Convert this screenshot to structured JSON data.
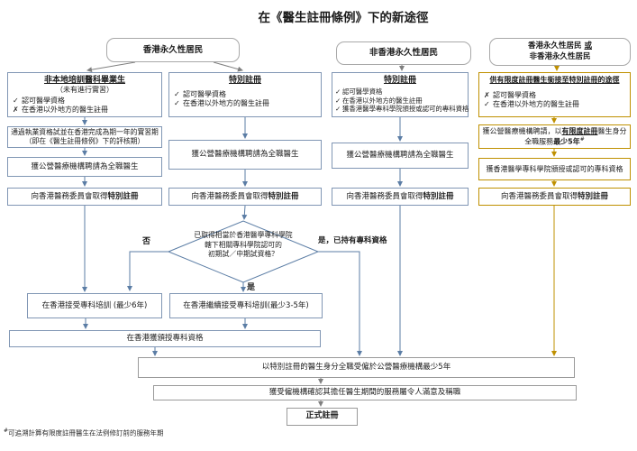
{
  "title": "在《醫生註冊條例》下的新途徑",
  "top_boxes": {
    "hk_resident": "香港永久性居民",
    "non_hk_resident": "非香港永久性居民",
    "either_line1": "香港永久性居民",
    "either_or": "或",
    "either_line2": "非香港永久性居民"
  },
  "columns": {
    "col1": {
      "header_title": "非本地培訓醫科畢業生",
      "header_note": "（未有進行實習）",
      "criteria": [
        {
          "mark": "✓",
          "text": "認可醫學資格"
        },
        {
          "mark": "✗",
          "text": "在香港以外地方的醫生註冊"
        }
      ],
      "exam_line1": "通過執業資格試並在香港完成為期一年的實習期",
      "exam_line2": "（即在《醫生註冊條例》下的評核期）",
      "employ": "獲公營醫療機構聘請為全職醫生",
      "reg_prefix": "向香港醫務委員會取得",
      "reg_bold": "特別註冊"
    },
    "col2": {
      "header_title": "特別註冊",
      "criteria": [
        {
          "mark": "✓",
          "text": "認可醫學資格"
        },
        {
          "mark": "✓",
          "text": "在香港以外地方的醫生註冊"
        }
      ],
      "employ": "獲公營醫療機構聘請為全職醫生",
      "reg_prefix": "向香港醫務委員會取得",
      "reg_bold": "特別註冊"
    },
    "col3": {
      "header_title": "特別註冊",
      "criteria": [
        {
          "mark": "✓",
          "text": "認可醫學資格"
        },
        {
          "mark": "✓",
          "text": "在香港以外地方的醫生註冊"
        },
        {
          "mark": "✓",
          "text": "獲香港醫學專科學院頒授或認可的專科資格"
        }
      ],
      "employ": "獲公營醫療機構聘請為全職醫生",
      "reg_prefix": "向香港醫務委員會取得",
      "reg_bold": "特別註冊"
    },
    "col4": {
      "header_title": "供有限度註冊醫生銜接至特別註冊的途徑",
      "criteria": [
        {
          "mark": "✗",
          "text": "認可醫學資格"
        },
        {
          "mark": "✓",
          "text": "在香港以外地方的醫生註冊"
        }
      ],
      "hire_prefix": "獲公營醫療機構聘請，以",
      "hire_boldu": "有限度註冊",
      "hire_mid": "醫生身分",
      "hire_line2a": "全職服務",
      "hire_bold": "最少5年",
      "hire_sup": "#",
      "fellow": "獲香港醫學專科學院頒授或認可的專科資格",
      "reg_prefix": "向香港醫務委員會取得",
      "reg_bold": "特別註冊"
    }
  },
  "decision": {
    "line1": "已取得相當於香港醫學專科學院",
    "line2": "轄下相關專科學院認可的",
    "line3": "初期試／中期試資格？",
    "label_no": "否",
    "label_yes": "是",
    "label_yes_specialist": "是，已持有專科資格"
  },
  "bottom": {
    "train_6yr": "在香港接受專科培訓 (最少6年)",
    "train_3to5yr": "在香港繼續接受專科培訓(最少3-5年)",
    "award": "在香港獲頒授專科資格",
    "employed_5yr": "以特別註冊的醫生身分全職受僱於公營醫療機構最少5年",
    "confirm": "獲受僱機構確認其擔任醫生期間的服務屬令人滿意及稱職",
    "full_registration": "正式註冊"
  },
  "footnote": {
    "sup": "#",
    "text": "可追溯計算有限度註冊醫生在法例修訂前的服務年期"
  },
  "colors": {
    "blue_border": "#8096b4",
    "gold_border": "#BF9000",
    "gray_border": "#9a9a9a",
    "line_blue": "#5b7da5",
    "line_gold": "#BF9000",
    "line_gray": "#7f7f7f"
  }
}
